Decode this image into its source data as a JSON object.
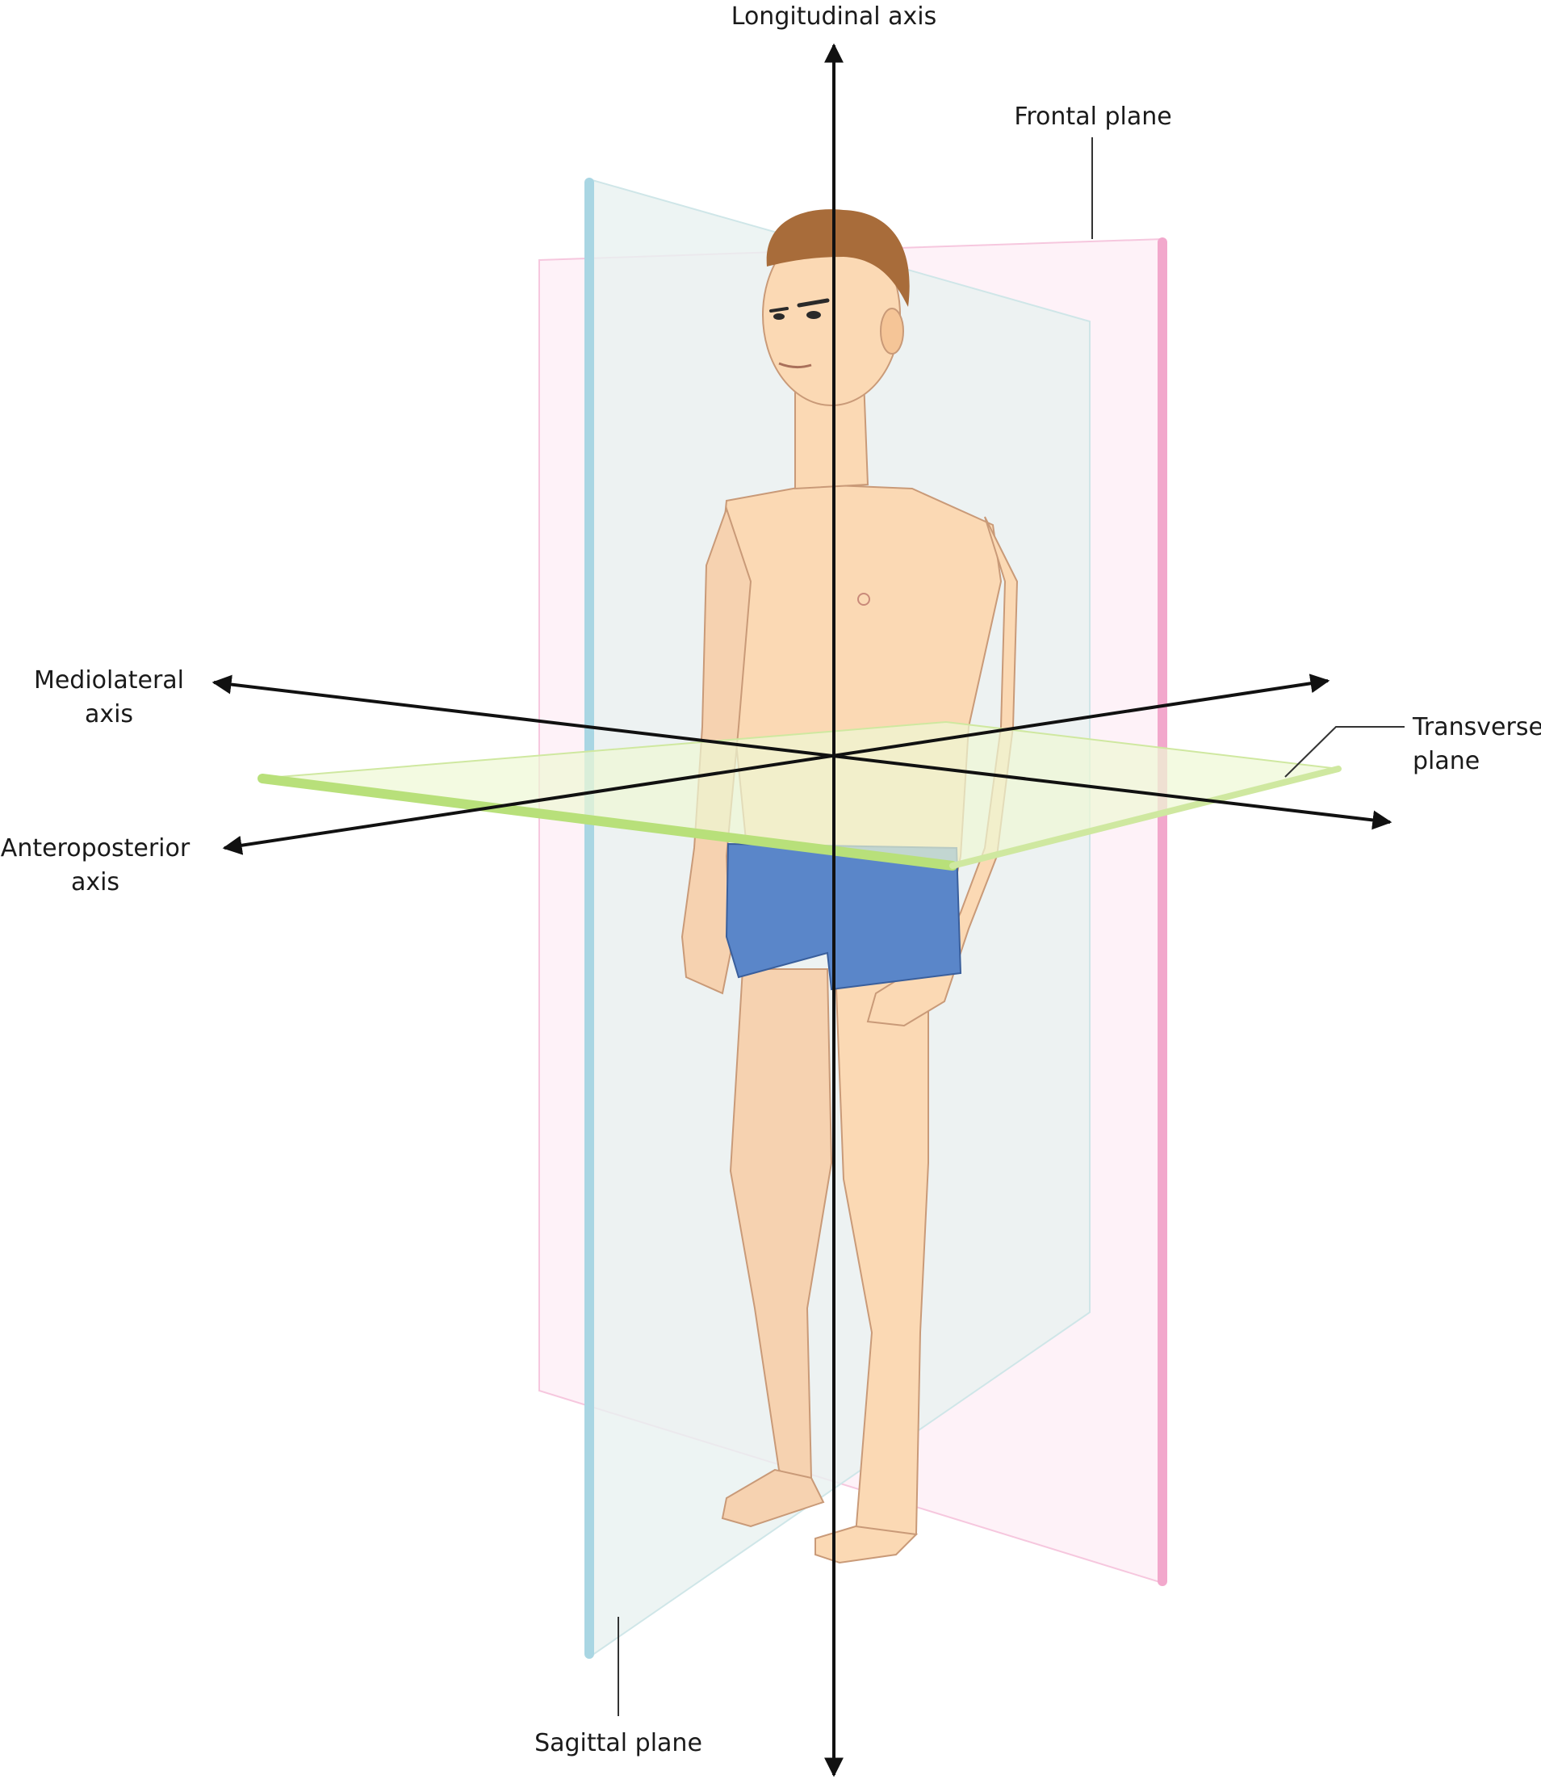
{
  "labels": {
    "longitudinal_axis": "Longitudinal axis",
    "frontal_plane": "Frontal plane",
    "mediolateral_axis_1": "Mediolateral",
    "mediolateral_axis_2": "axis",
    "anteroposterior_axis_1": "Anteroposterior",
    "anteroposterior_axis_2": "axis",
    "transverse_plane_1": "Transverse",
    "transverse_plane_2": "plane",
    "sagittal_plane": "Sagittal plane"
  },
  "colors": {
    "frontal_plane": "#f9d6e8",
    "frontal_plane_edge": "#f2a8cc",
    "sagittal_plane": "#e3f2e3",
    "sagittal_plane_edge": "#a9d6e3",
    "transverse_plane": "#e6f7c4",
    "transverse_plane_edge": "#b8e07a",
    "skin": "#fbd9b4",
    "skin_shadow": "#f5c597",
    "hair": "#a86c3a",
    "shorts": "#5a86c9",
    "axis": "#111111"
  }
}
